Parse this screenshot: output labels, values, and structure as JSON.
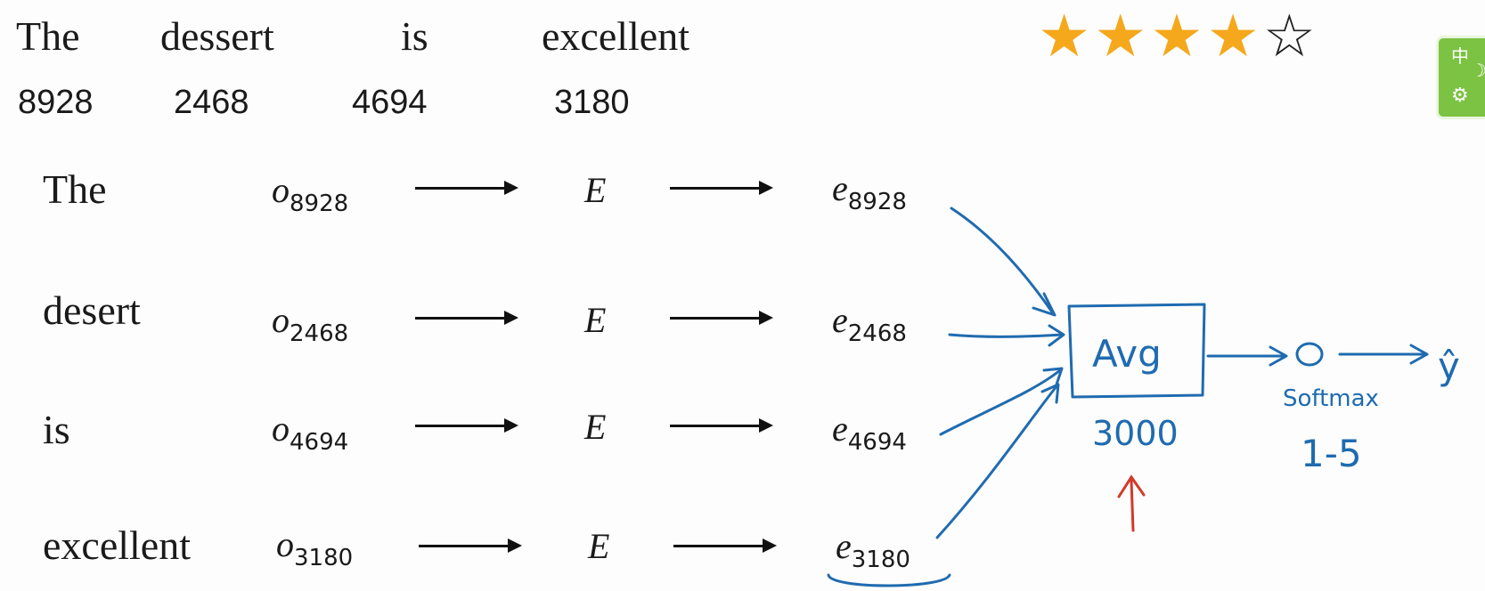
{
  "sentence": {
    "words": [
      "The",
      "dessert",
      "is",
      "excellent"
    ],
    "indices": [
      "8928",
      "2468",
      "4694",
      "3180"
    ]
  },
  "rating": {
    "stars_filled": 4,
    "stars_total": 5,
    "star_color": "#f5a81c"
  },
  "rows": [
    {
      "word": "The",
      "onehot_sym": "o",
      "onehot_sub": "8928",
      "matrix": "E",
      "embed_sym": "e",
      "embed_sub": "8928"
    },
    {
      "word": "desert",
      "onehot_sym": "o",
      "onehot_sub": "2468",
      "matrix": "E",
      "embed_sym": "e",
      "embed_sub": "2468"
    },
    {
      "word": "is",
      "onehot_sym": "o",
      "onehot_sub": "4694",
      "matrix": "E",
      "embed_sym": "e",
      "embed_sub": "4694"
    },
    {
      "word": "excellent",
      "onehot_sym": "o",
      "onehot_sub": "3180",
      "matrix": "E",
      "embed_sym": "e",
      "embed_sub": "3180"
    }
  ],
  "annotations": {
    "avg_label": "Avg",
    "avg_dim": "3000",
    "softmax_node": "O",
    "softmax_label": "Softmax",
    "range_label": "1-5",
    "output": "ŷ",
    "ink_color": "#1f6bb0",
    "red_color": "#d23a2a"
  },
  "widget": {
    "lang_char": "中",
    "moon": "☽",
    "gear": "⚙"
  }
}
